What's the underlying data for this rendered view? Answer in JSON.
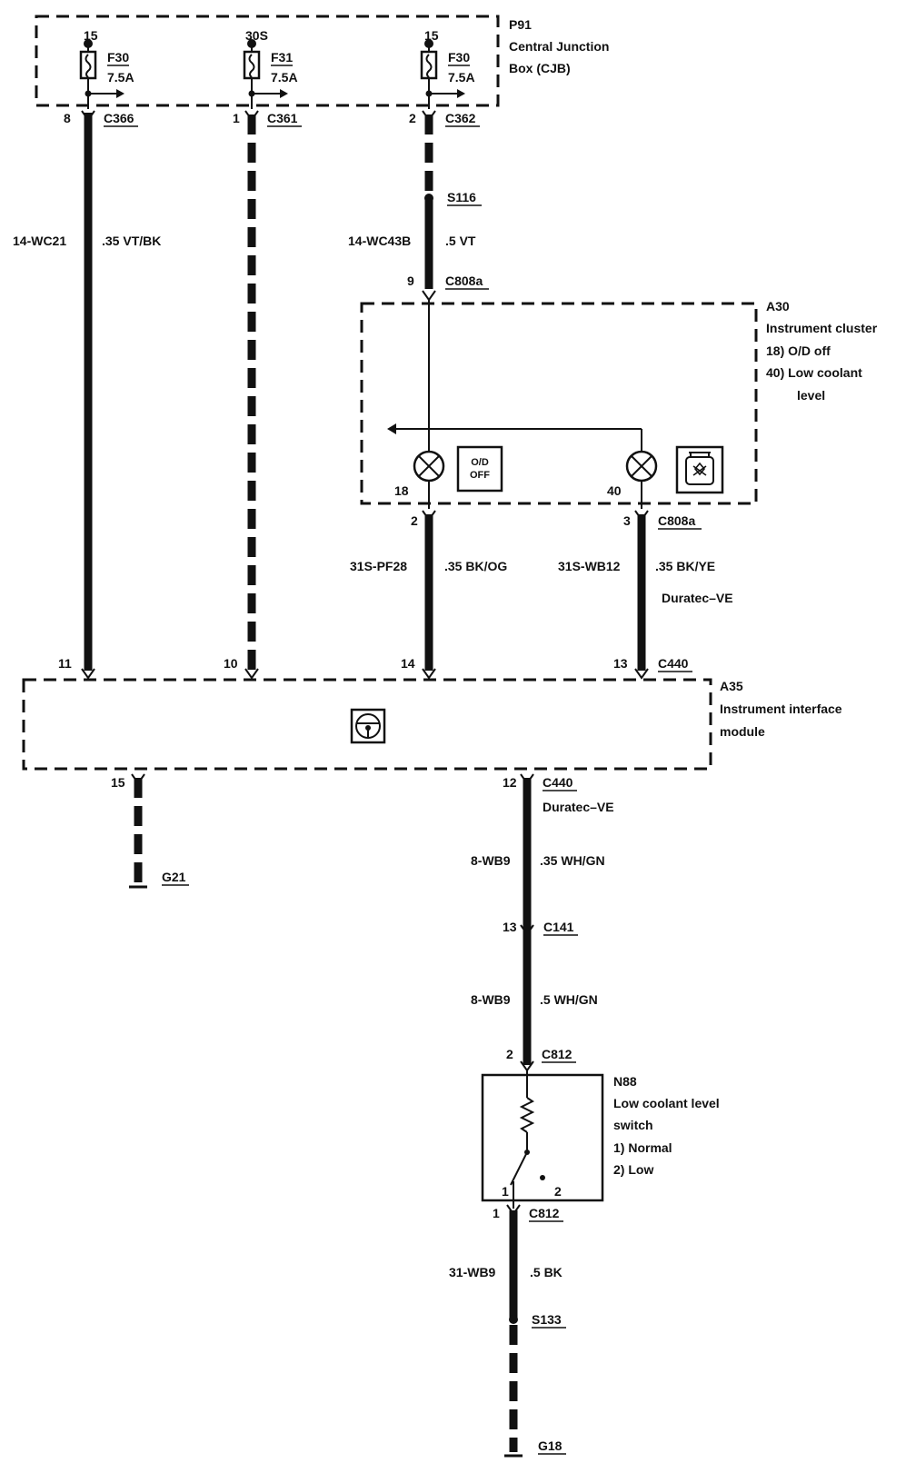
{
  "p91": {
    "id": "P91",
    "name_line1": "Central Junction",
    "name_line2": "Box (CJB)"
  },
  "fuses": [
    {
      "terminal": "15",
      "name": "F30",
      "rating": "7.5A",
      "pin": "8",
      "connector": "C366"
    },
    {
      "terminal": "30S",
      "name": "F31",
      "rating": "7.5A",
      "pin": "1",
      "connector": "C361"
    },
    {
      "terminal": "15",
      "name": "F30",
      "rating": "7.5A",
      "pin": "2",
      "connector": "C362"
    }
  ],
  "wires": {
    "w1": {
      "circuit": "14-WC21",
      "spec": ".35 VT/BK"
    },
    "w3": {
      "circuit": "14-WC43B",
      "spec": ".5 VT"
    },
    "pf28": {
      "circuit": "31S-PF28",
      "spec": ".35 BK/OG"
    },
    "wb12": {
      "circuit": "31S-WB12",
      "spec": ".35 BK/YE",
      "note": "Duratec–VE"
    },
    "wb9a": {
      "circuit": "8-WB9",
      "spec": ".35 WH/GN"
    },
    "wb9b": {
      "circuit": "8-WB9",
      "spec": ".5 WH/GN"
    },
    "wb9c": {
      "circuit": "31-WB9",
      "spec": ".5 BK"
    }
  },
  "splices": {
    "s116": "S116",
    "s133": "S133"
  },
  "c808a": {
    "connector": "C808a",
    "pin_in": "9",
    "pin_left": "2",
    "pin_right": "3"
  },
  "a30": {
    "id": "A30",
    "name": "Instrument cluster",
    "item1": "18)  O/D off",
    "item2a": "40)  Low coolant",
    "item2b": "level",
    "lamp_left_pin": "18",
    "lamp_right_pin": "40",
    "od_line1": "O/D",
    "od_line2": "OFF"
  },
  "a35": {
    "id": "A35",
    "name_line1": "Instrument interface",
    "name_line2": "module",
    "connector": "C440",
    "pins_top": [
      "11",
      "10",
      "14",
      "13"
    ],
    "pin_ground": "15",
    "pin_out": "12",
    "out_connector": "C440",
    "out_note": "Duratec–VE"
  },
  "grounds": {
    "g21": "G21",
    "g18": "G18"
  },
  "c141": {
    "pin": "13",
    "connector": "C141"
  },
  "n88": {
    "id": "N88",
    "name_line1": "Low coolant level",
    "name_line2": "switch",
    "pos1": "1)     Normal",
    "pos2": "2)     Low",
    "top_pin": "2",
    "top_connector": "C812",
    "bottom_pin": "1",
    "bottom_connector": "C812",
    "switch_pin1": "1",
    "switch_pin2": "2"
  }
}
